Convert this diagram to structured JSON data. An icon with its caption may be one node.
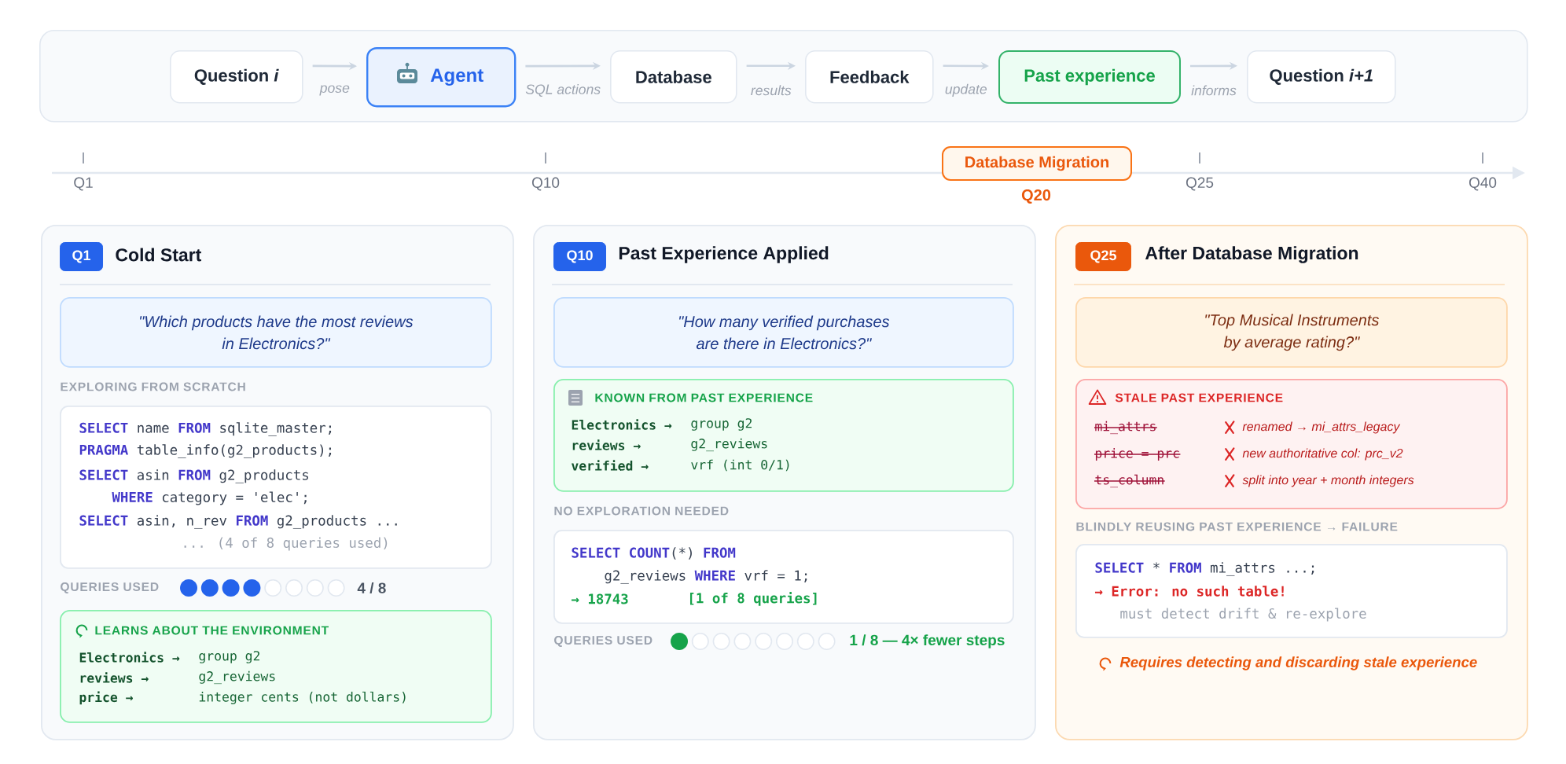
{
  "diagram": {
    "nodes": [
      {
        "text": [],
        "shape": "box"
      },
      {
        "text": [
          "Question *i*"
        ],
        "in": 0
      },
      {
        "text": [
          "Agent"
        ],
        "in": 0
      },
      {
        "text": [
          "Database"
        ],
        "in": 0
      },
      {
        "text": [
          "Feedback"
        ],
        "in": 0
      },
      {
        "text": [
          "Past experience"
        ],
        "in": 0
      },
      {
        "text": [
          "Question *i+1*"
        ],
        "in": 0
      },
      {
        "text": [
          "Database Migration"
        ],
        "beside": [
          "Q20"
        ]
      },
      {
        "text": [
          "Cold Start",
          "EXPLORING FROM SCRATCH",
          "QUERIES USED",
          "4 / 8"
        ]
      },
      {
        "text": [
          "Q1"
        ],
        "in": 8
      },
      {
        "text": [
          "\"Which products have the most reviews in Electronics?\""
        ],
        "in": 8
      },
      {
        "text": [
          "**SELECT** name **FROM** sqlite_master;",
          "**PRAGMA** table_info(g2_products);",
          "**SELECT** asin **FROM** g2_products",
          "**WHERE** category = 'elec';",
          "**SELECT** asin, n_rev **FROM** g2_products ...",
          "... (4 of 8 queries used)"
        ],
        "in": 8
      },
      {
        "text": [
          "LEARNS ABOUT THE ENVIRONMENT",
          "Electronics →",
          "group g2",
          "reviews →",
          "g2_reviews",
          "price →",
          "integer cents (not dollars)"
        ],
        "in": 8
      },
      {
        "text": [
          "Past Experience Applied",
          "NO EXPLORATION NEEDED",
          "QUERIES USED",
          "1 / 8 — 4× fewer steps"
        ]
      },
      {
        "text": [
          "Q10"
        ],
        "in": 13
      },
      {
        "text": [
          "\"How many verified purchases are there in Electronics?\""
        ],
        "in": 13
      },
      {
        "text": [
          "KNOWN FROM PAST EXPERIENCE",
          "Electronics →",
          "group g2",
          "reviews →",
          "g2_reviews",
          "verified →",
          "vrf (int 0/1)"
        ],
        "in": 13
      },
      {
        "text": [
          "**SELECT** **COUNT**(*) **FROM**",
          "g2_reviews **WHERE** vrf = 1;",
          "→ 18743",
          "[1 of 8 queries]"
        ],
        "in": 13
      },
      {
        "text": [
          "After Database Migration",
          "BLINDLY REUSING PAST EXPERIENCE → FAILURE",
          "Requires detecting and discarding stale experience"
        ]
      },
      {
        "text": [
          "Q25"
        ],
        "in": 18
      },
      {
        "text": [
          "\"Top Musical Instruments by average rating?\""
        ],
        "in": 18
      },
      {
        "text": [
          "STALE PAST EXPERIENCE",
          "mi_attrs",
          "renamed → mi_attrs_legacy",
          "price = prc",
          "new authoritative col: prc_v2",
          "ts_column",
          "split into year + month integers"
        ],
        "in": 18
      },
      {
        "text": [
          "**SELECT** * **FROM** mi_attrs ...;",
          "→ Error: no such table!",
          "must detect drift & re-explore"
        ],
        "in": 18
      }
    ],
    "edges": [
      {
        "from": 1,
        "to": 2,
        "arrow": "to",
        "label": "pose"
      },
      {
        "from": 2,
        "to": 3,
        "arrow": "to",
        "label": "SQL actions"
      },
      {
        "from": 3,
        "to": 4,
        "arrow": "to",
        "label": "results"
      },
      {
        "from": 4,
        "to": 5,
        "arrow": "to",
        "label": "update"
      },
      {
        "from": 5,
        "to": 6,
        "arrow": "to",
        "label": "informs"
      }
    ],
    "labels": [
      "Q1",
      "Q10",
      "Q25",
      "Q40"
    ]
  }
}
